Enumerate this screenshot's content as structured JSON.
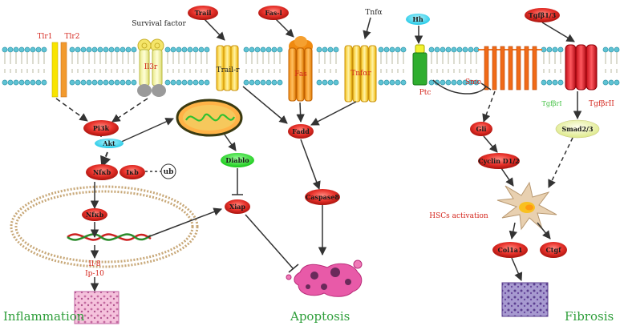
{
  "ligands": {
    "survival_factor": "Survival factor",
    "trail": "Trail",
    "fasl": "Fas-l",
    "tnfa": "Tnfα",
    "hh": "Hh",
    "tgfb": "Tgfβ1/3"
  },
  "receptors": {
    "tlr1": "Tlr1",
    "tlr2": "Tlr2",
    "il3r": "Il3r",
    "trailr": "Trail-r",
    "fas": "Fas",
    "tnfar": "Tnfαr",
    "ptc": "Ptc",
    "smo": "Smo",
    "tgfbr1": "TgfβrI",
    "tgfbr2": "TgfβrII"
  },
  "nodes": {
    "pi3k": "Pi3k",
    "akt": "Akt",
    "nfkb": "Nfκb",
    "ikb": "Iκb",
    "ub": "ub",
    "nfkb_nuclear": "Nfκb",
    "il8": "Il-8",
    "ip10": "Ip-10",
    "diablo": "Diablo",
    "xiap": "Xiap",
    "fadd": "Fadd",
    "caspase8": "Caspase8",
    "gli": "Gli",
    "cyclin": "Cyclin D1/2",
    "smad": "Smad2/3",
    "hsc": "HSCs activation",
    "col1a1": "Col1a1",
    "ctgf": "Ctgf"
  },
  "outcomes": {
    "inflammation": "Inflammation",
    "apoptosis": "Apoptosis",
    "fibrosis": "Fibrosis"
  },
  "colors": {
    "node_red": "#e8322b",
    "akt_cyan": "#34d6f0",
    "diablo_green": "#22dd22",
    "smad_yellow": "#eef5a0",
    "label_red": "#d4251c",
    "outcome_green": "#2e9e3a"
  }
}
